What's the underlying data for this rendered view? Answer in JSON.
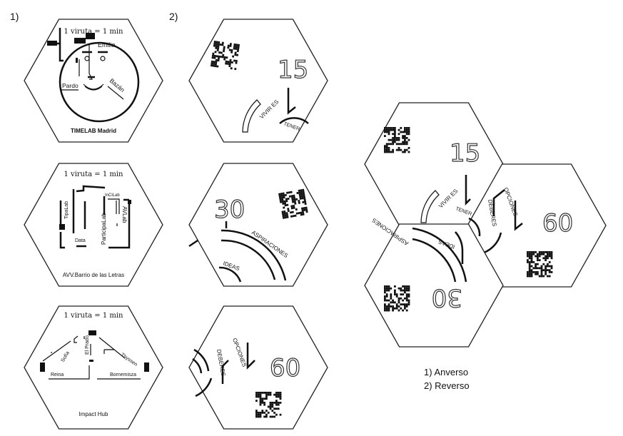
{
  "labels": {
    "one": "1)",
    "two": "2)"
  },
  "front_cards": [
    {
      "scale": "1 viruta = 1 min",
      "footer": "TIMELAB Madrid",
      "names": [
        "Emilia",
        "Pardo",
        "Bazán"
      ]
    },
    {
      "scale": "1 viruta = 1 min",
      "footer": "AVV.Barrio de las Letras",
      "names": [
        "TipaLab",
        "Data",
        "ParticipaLab",
        "InCiLab",
        "AVLab"
      ]
    },
    {
      "scale": "1 viruta = 1 min",
      "footer": "Impact Hub",
      "names": [
        "Reina",
        "Sofía",
        "El Prado",
        "Thyssen",
        "Bornemisza"
      ]
    }
  ],
  "back_cards": [
    {
      "number": "15",
      "words": [
        "VIVIR ES",
        "TENER"
      ]
    },
    {
      "number": "30",
      "words": [
        "ASPIRACIONES",
        "IDEAS"
      ]
    },
    {
      "number": "60",
      "words": [
        "OPCIONES",
        "DEBERES"
      ]
    }
  ],
  "legend": {
    "line1": "1) Anverso",
    "line2": "2) Reverso"
  }
}
